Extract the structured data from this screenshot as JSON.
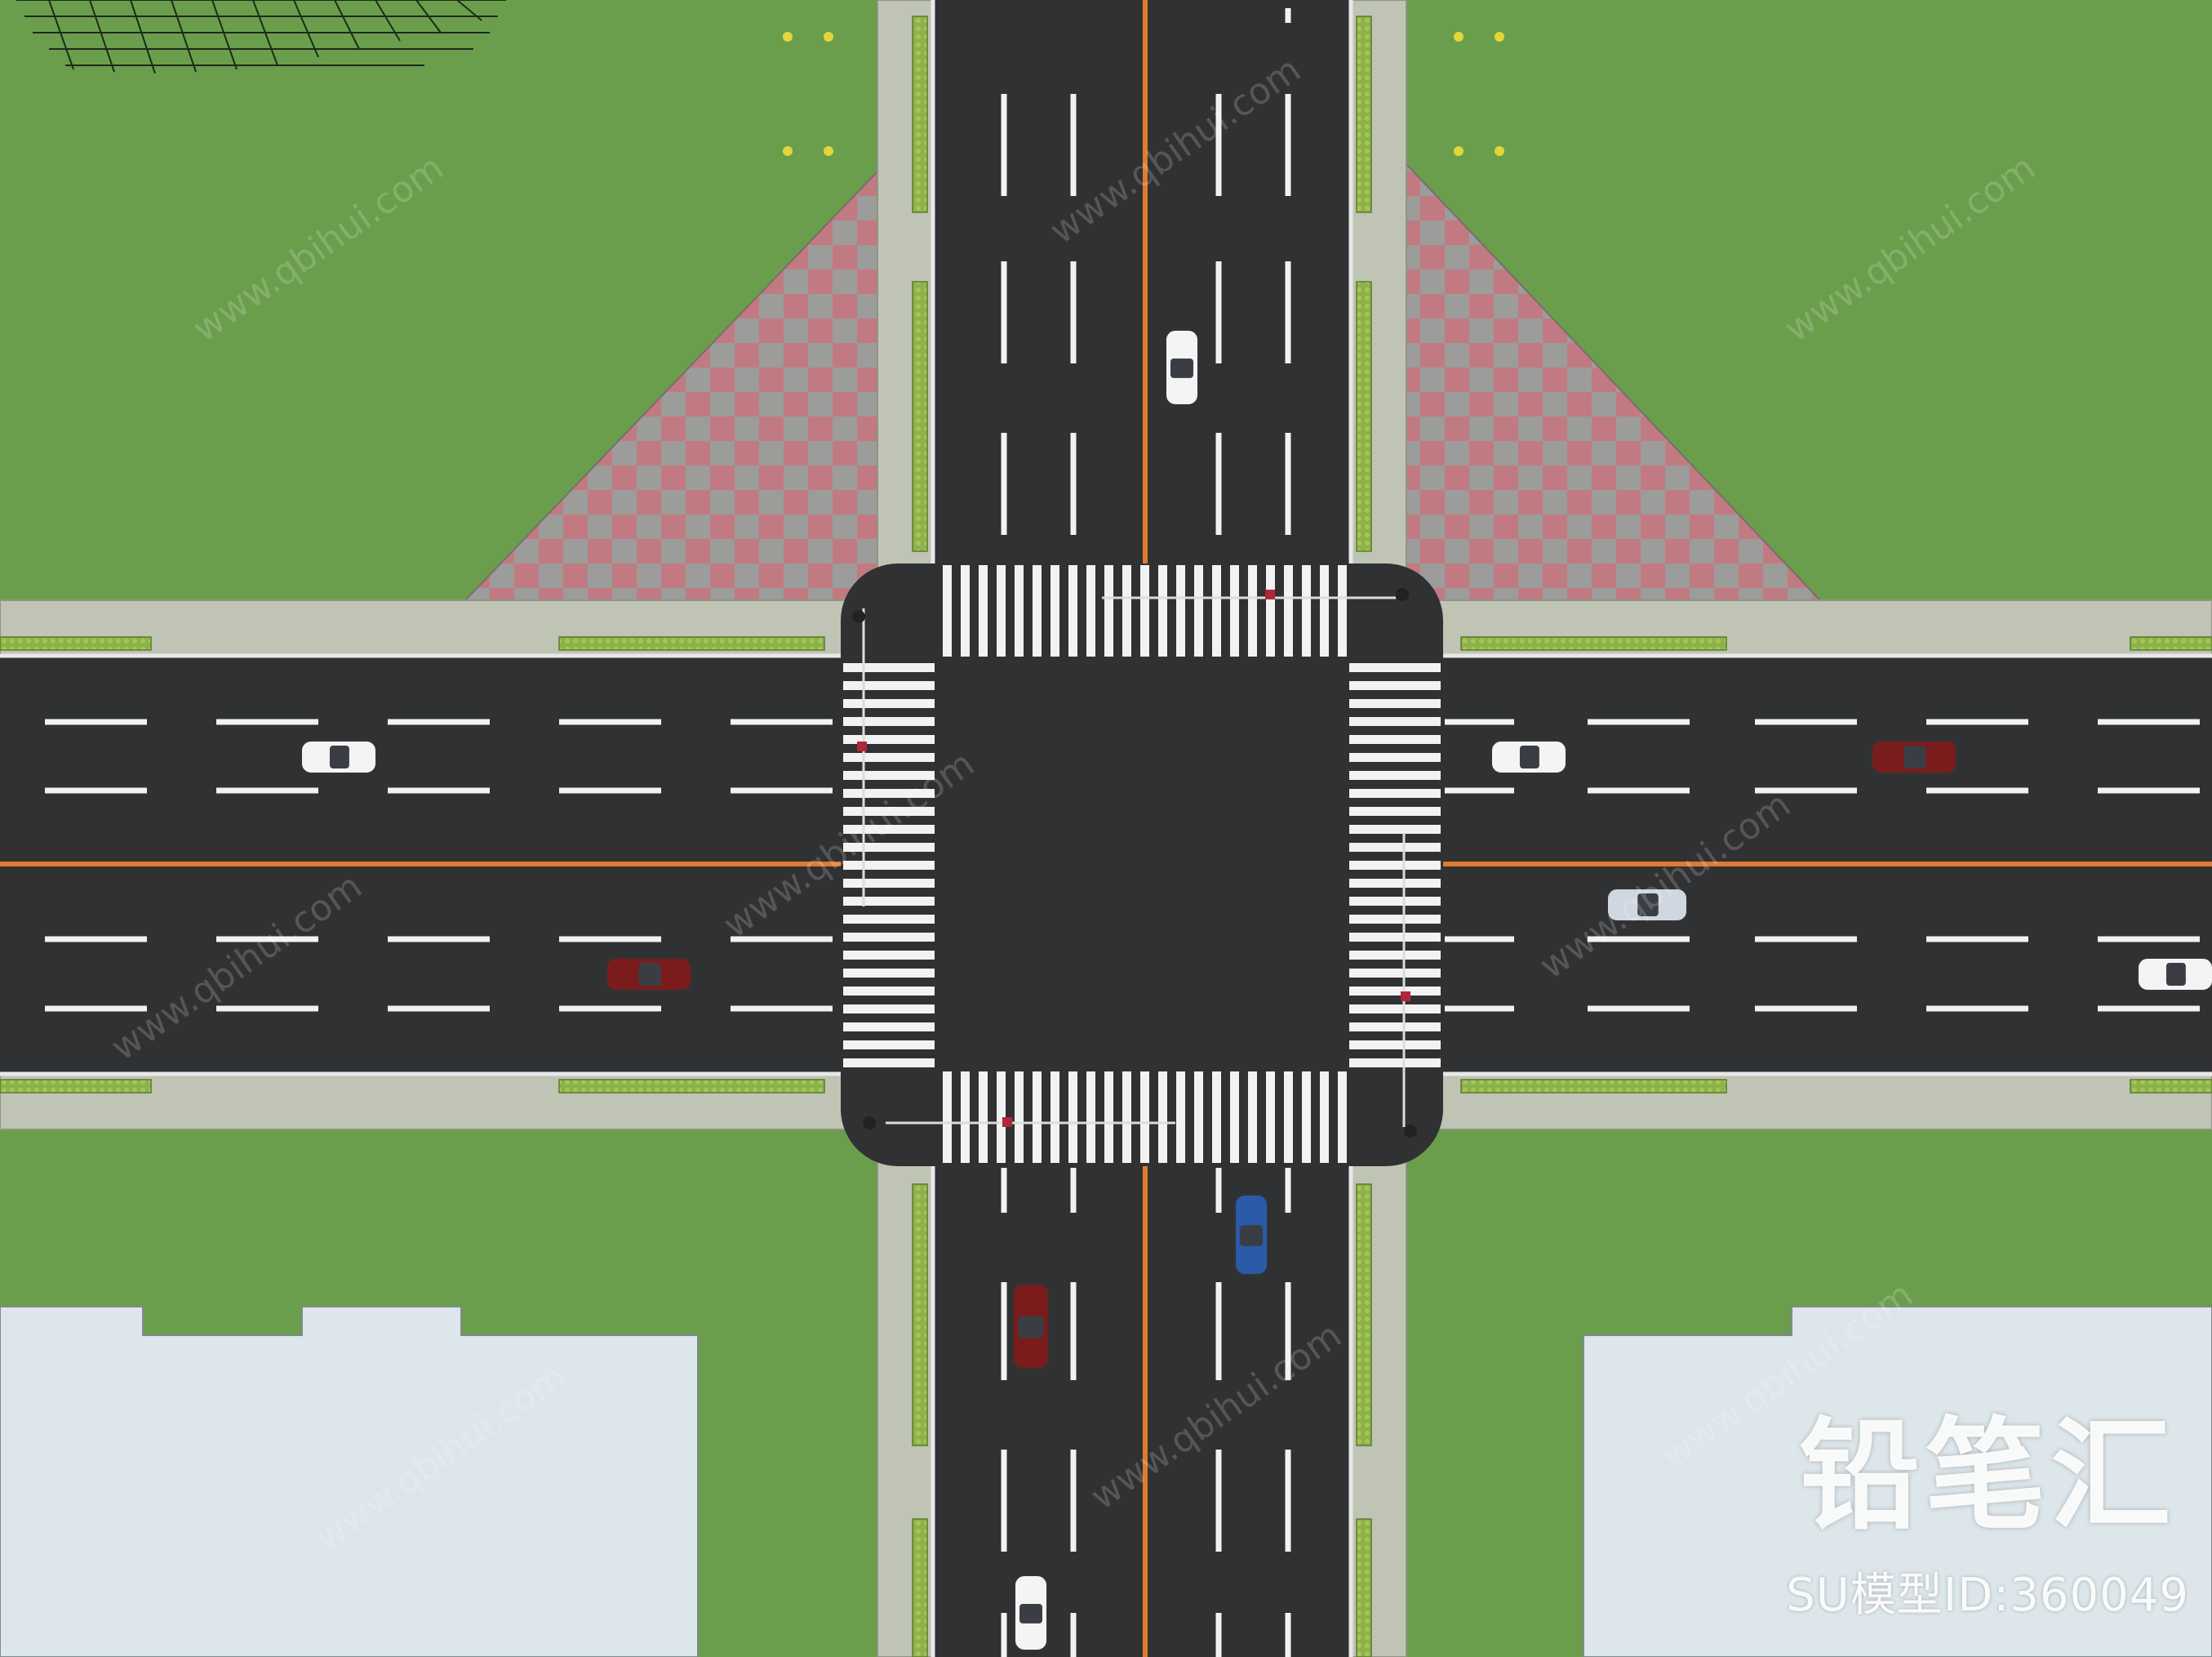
{
  "watermark": {
    "brand": "铅笔汇",
    "model_id": "SU模型ID:360049",
    "url": "www.qbihui.com"
  },
  "colors": {
    "grass": "#6a9e4c",
    "asphalt": "#2f3133",
    "sidewalk": "#bfc4b4",
    "lane_white": "#f2f2f2",
    "center_line": "#e07a2e",
    "paver_red": "#c27a82",
    "paver_gray": "#9c9c9a",
    "building": "#dde6ea",
    "hedge": "#8db24a"
  },
  "vehicles": [
    {
      "name": "car-white-northbound",
      "color": "#f4f4f4"
    },
    {
      "name": "car-white-westbound",
      "color": "#f4f4f4"
    },
    {
      "name": "car-red-eastbound-west",
      "color": "#7a1c1c"
    },
    {
      "name": "car-white-east-1",
      "color": "#f4f4f4"
    },
    {
      "name": "car-red-east",
      "color": "#7a1c1c"
    },
    {
      "name": "car-silver-east",
      "color": "#cfd7e0"
    },
    {
      "name": "car-white-east-far",
      "color": "#f4f4f4"
    },
    {
      "name": "car-blue-south",
      "color": "#2a5aa8"
    },
    {
      "name": "car-red-south",
      "color": "#7a1c1c"
    },
    {
      "name": "car-white-south",
      "color": "#f4f4f4"
    }
  ]
}
